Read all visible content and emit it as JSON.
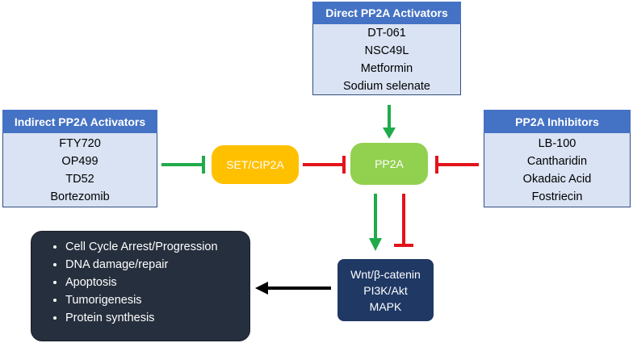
{
  "direct": {
    "title": "Direct PP2A Activators",
    "items": [
      "DT-061",
      "NSC49L",
      "Metformin",
      "Sodium selenate"
    ]
  },
  "indirect": {
    "title": "Indirect PP2A Activators",
    "items": [
      "FTY720",
      "OP499",
      "TD52",
      "Bortezomib"
    ]
  },
  "inhibitors": {
    "title": "PP2A Inhibitors",
    "items": [
      "LB-100",
      "Cantharidin",
      "Okadaic Acid",
      "Fostriecin"
    ]
  },
  "set_node": {
    "label": "SET/CIP2A",
    "color": "#ffc000"
  },
  "pp2a_node": {
    "label": "PP2A",
    "color": "#92d050"
  },
  "pathways": {
    "items": [
      "Wnt/β-catenin",
      "PI3K/Akt",
      "MAPK"
    ]
  },
  "outcomes": {
    "items": [
      "Cell Cycle Arrest/Progression",
      "DNA damage/repair",
      "Apoptosis",
      "Tumorigenesis",
      "Protein synthesis"
    ]
  },
  "colors": {
    "activate": "#1fab4a",
    "inhibit": "#e3131b",
    "flow": "#000000",
    "header": "#4472c4",
    "panel": "#dae3f3"
  }
}
